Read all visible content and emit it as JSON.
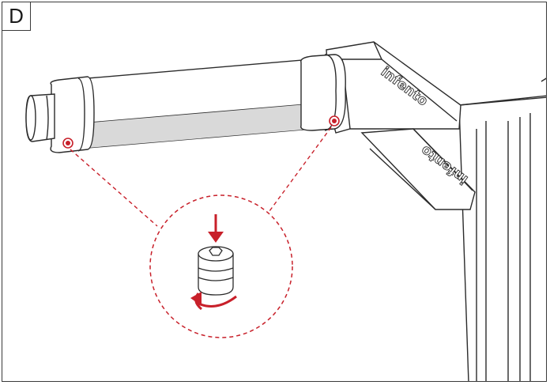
{
  "step": {
    "label": "D"
  },
  "brand": {
    "top_text": "infento",
    "bottom_text": "infento"
  },
  "colors": {
    "line": "#2b2b2b",
    "accent": "#c8202a",
    "tube_shade": "#d9d9d9",
    "background": "#ffffff"
  },
  "icons": {
    "screw": "set-screw-icon",
    "press_arrow": "arrow-down-icon",
    "rotate_arrow": "rotate-arrow-icon"
  }
}
